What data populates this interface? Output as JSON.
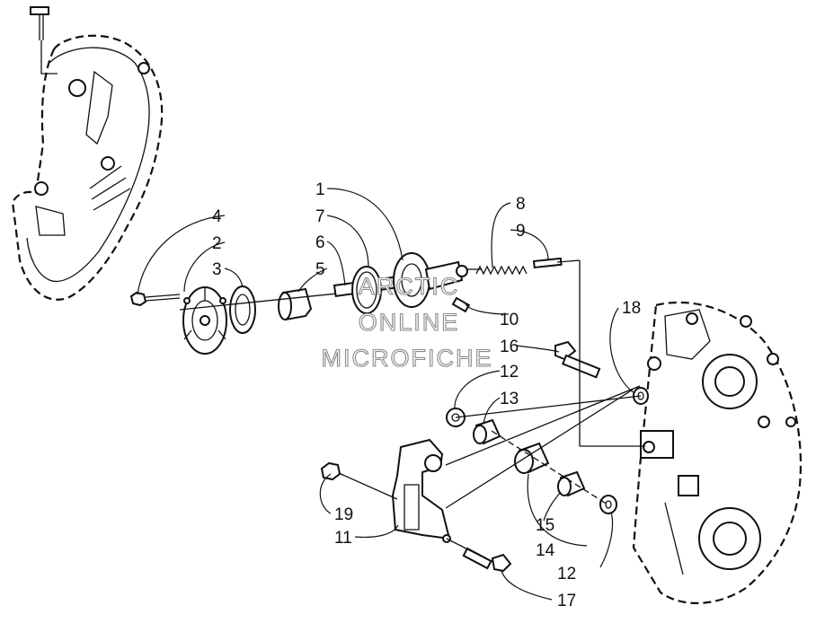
{
  "diagram": {
    "callouts": {
      "c1": "1",
      "c2": "2",
      "c3": "3",
      "c4": "4",
      "c5": "5",
      "c6": "6",
      "c7": "7",
      "c8": "8",
      "c9": "9",
      "c10": "10",
      "c11": "11",
      "c12a": "12",
      "c12b": "12",
      "c13": "13",
      "c14": "14",
      "c15": "15",
      "c16": "16",
      "c17": "17",
      "c18": "18",
      "c19": "19"
    },
    "watermark": {
      "line1": "ARCTIC",
      "line2": "ONLINE",
      "line3": "MICROFICHE"
    }
  }
}
